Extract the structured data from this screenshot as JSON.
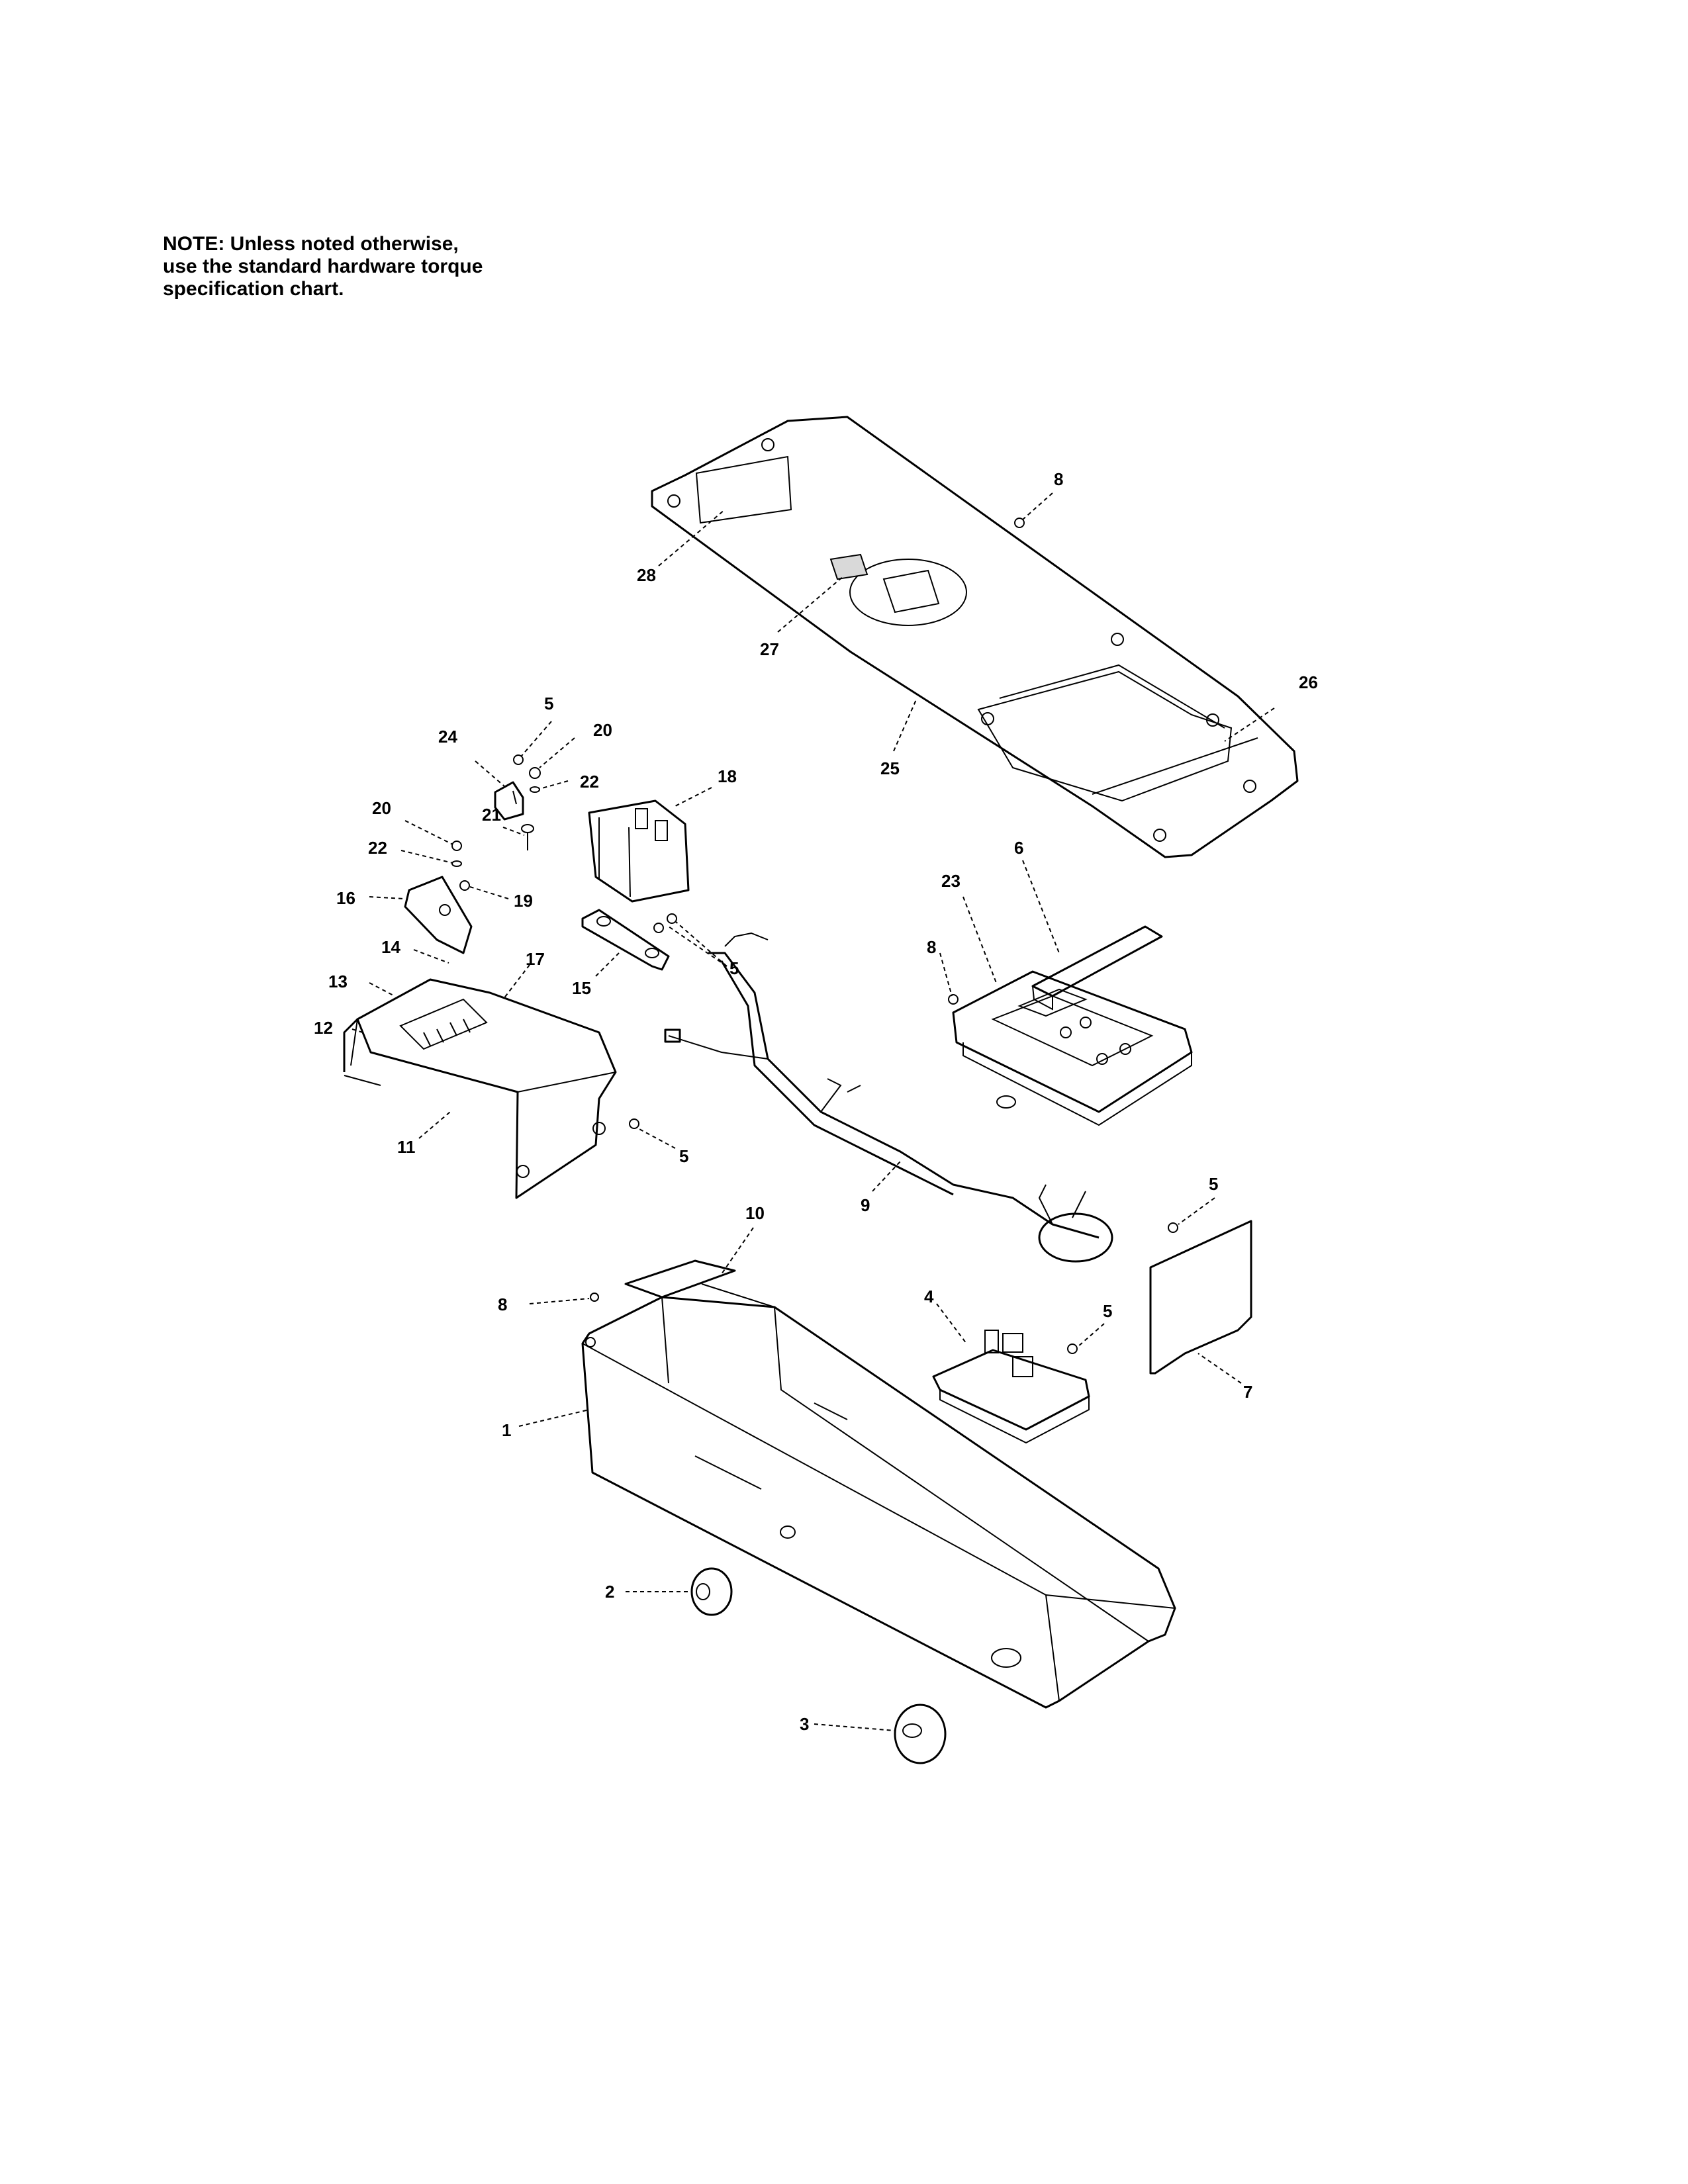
{
  "note": {
    "line1": "NOTE: Unless noted otherwise,",
    "line2": "use the standard hardware torque",
    "line3": "specification chart."
  },
  "callouts": {
    "c1": "1",
    "c2": "2",
    "c3": "3",
    "c4": "4",
    "c5a": "5",
    "c5b": "5",
    "c5c": "5",
    "c5d": "5",
    "c5e": "5",
    "c6": "6",
    "c7": "7",
    "c8a": "8",
    "c8b": "8",
    "c8c": "8",
    "c9": "9",
    "c10": "10",
    "c11": "11",
    "c12": "12",
    "c13": "13",
    "c14": "14",
    "c15": "15",
    "c16": "16",
    "c17": "17",
    "c18": "18",
    "c19": "19",
    "c20a": "20",
    "c20b": "20",
    "c21": "21",
    "c22a": "22",
    "c22b": "22",
    "c23": "23",
    "c24": "24",
    "c25": "25",
    "c26": "26",
    "c27": "27",
    "c28": "28"
  }
}
